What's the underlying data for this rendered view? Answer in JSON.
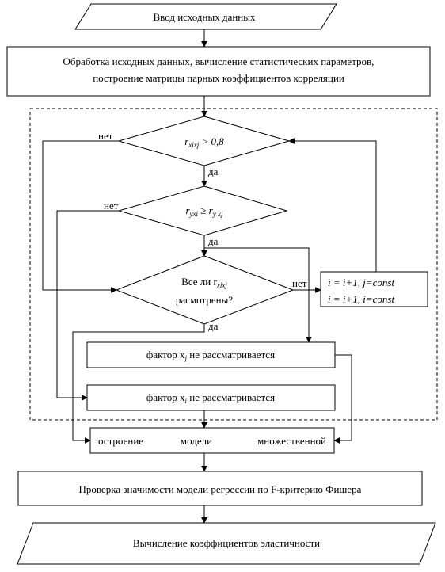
{
  "flowchart": {
    "input_data": "Ввод исходных данных",
    "processing_line1": "Обработка исходных данных, вычисление статистических параметров,",
    "processing_line2": "построение матрицы парных коэффициентов корреляции",
    "decision1": {
      "label": "r",
      "sub": "xixj",
      "rest": " > 0,8",
      "no": "нет",
      "yes": "да"
    },
    "decision2": {
      "label": "r",
      "sub1": "yxi",
      "mid": " ≥ r",
      "sub2": "y xj",
      "no": "нет",
      "yes": "да"
    },
    "decision3": {
      "line1": "Все ли r",
      "sub": "xixj",
      "line2": "расмотрены?",
      "no": "нет",
      "yes": "да"
    },
    "increment": {
      "line1_a": "i = i+1,  ",
      "line1_b": "j=const",
      "line2_a": "i = i+1,  ",
      "line2_b": "i=const"
    },
    "factor_j": {
      "pre": "фактор x",
      "sub": "j",
      "post": "  не рассматривается"
    },
    "factor_i": {
      "pre": "фактор x",
      "sub": "i",
      "post": "  не рассматривается"
    },
    "model": {
      "w1": "остроение",
      "w2": "модели",
      "w3": "множественной"
    },
    "fisher": "Проверка значимости модели регрессии по F-критерию Фишера",
    "elasticity": "Вычисление коэффициентов эластичности"
  }
}
